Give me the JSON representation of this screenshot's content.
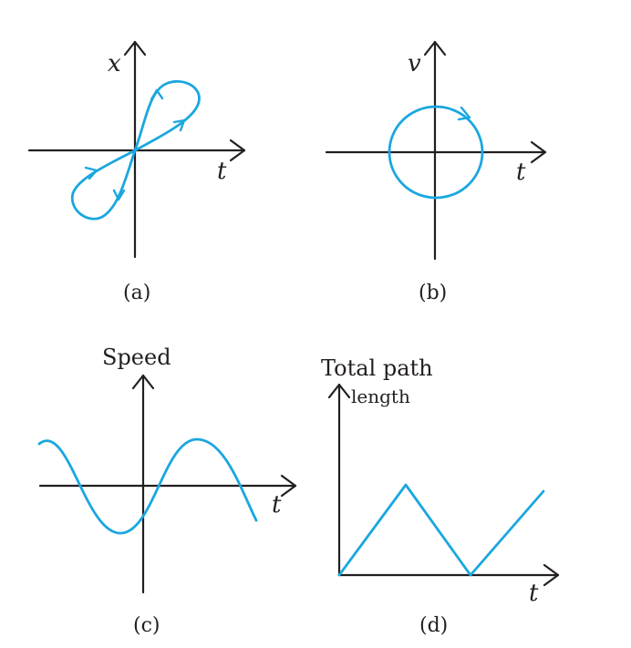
{
  "panels": {
    "a": {
      "y_label": "x",
      "x_label": "t",
      "caption": "(a)"
    },
    "b": {
      "y_label": "v",
      "x_label": "t",
      "caption": "(b)"
    },
    "c": {
      "y_label": "Speed",
      "x_label": "t",
      "caption": "(c)"
    },
    "d": {
      "y_label_line1": "Total path",
      "y_label_line2": "length",
      "x_label": "t",
      "caption": "(d)"
    }
  },
  "colors": {
    "axis": "#231f20",
    "curve": "#1aa7df"
  }
}
